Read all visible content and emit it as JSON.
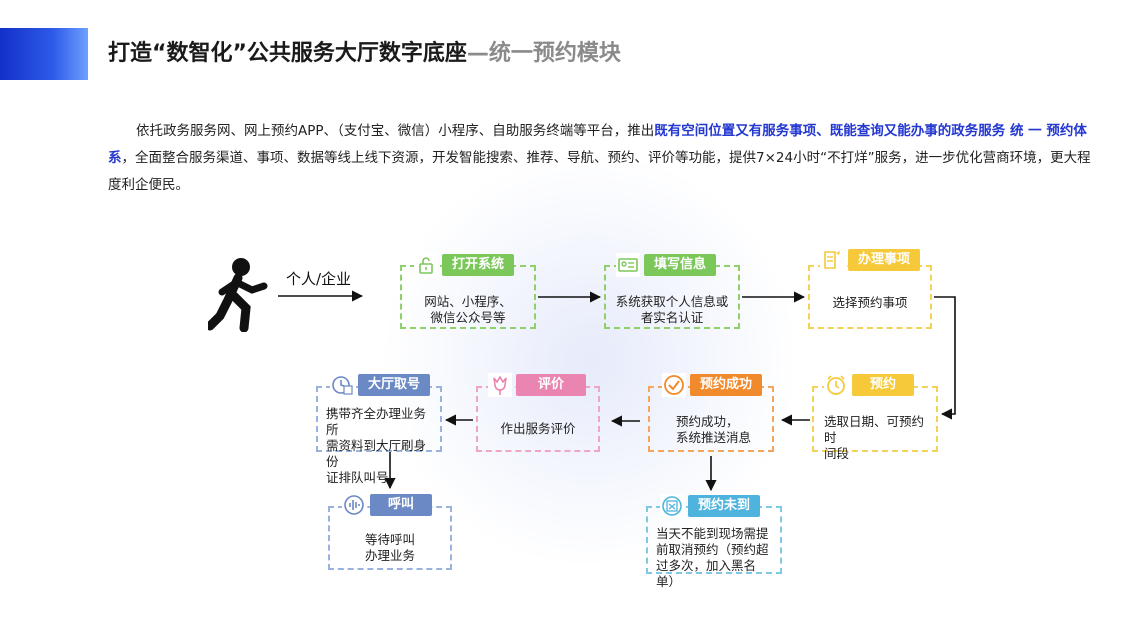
{
  "header": {
    "title_main": "打造“数智化”公共服务大厅数字底座",
    "title_sub": "—统一预约模块"
  },
  "intro": {
    "part1": "依托政务服务网、网上预约APP、（支付宝、微信）小程序、自助服务终端等平台，推出",
    "highlight": "既有空间位置又有服务事项、既能查询又能办事的政务服务 统 一 预约体系",
    "part2": "，全面整合服务渠道、事项、数据等线上线下资源，开发智能搜索、推荐、导航、预约、评价等功能，提供7×24小时“不打烊”服务，进一步优化营商环境，更大程度利企便民。"
  },
  "flow": {
    "person_label": "个人/企业",
    "person_icon": "running-person-icon",
    "steps": {
      "open_system": {
        "label": "打开系统",
        "text": "网站、小程序、\n微信公众号等",
        "icon": "lock-icon",
        "color": "#7cc75a"
      },
      "fill_info": {
        "label": "填写信息",
        "text": "系统获取个人信息或\n者实名认证",
        "icon": "id-card-icon",
        "color": "#7cc75a"
      },
      "handle_item": {
        "label": "办理事项",
        "text": "选择预约事项",
        "icon": "document-edit-icon",
        "color": "#f5c93a"
      },
      "appointment": {
        "label": "预约",
        "text": "选取日期、可预约时\n间段",
        "icon": "alarm-clock-icon",
        "color": "#f5c93a"
      },
      "appointment_success": {
        "label": "预约成功",
        "text": "预约成功，\n系统推送消息",
        "icon": "check-circle-icon",
        "color": "#f08a2c"
      },
      "evaluate": {
        "label": "评价",
        "text": "作出服务评价",
        "icon": "tulip-icon",
        "color": "#e985b0"
      },
      "hall_ticket": {
        "label": "大厅取号",
        "text": "携带齐全办理业务所\n需资料到大厅刷身份\n证排队叫号",
        "icon": "ticket-clock-icon",
        "color": "#6b89c4"
      },
      "call": {
        "label": "呼叫",
        "text": "等待呼叫\n办理业务",
        "icon": "sound-wave-icon",
        "color": "#6b89c4"
      },
      "no_show": {
        "label": "预约未到",
        "text": "当天不能到现场需提\n前取消预约（预约超\n过多次，加入黑名单）",
        "icon": "calendar-cross-icon",
        "color": "#4fb4dd"
      }
    }
  }
}
